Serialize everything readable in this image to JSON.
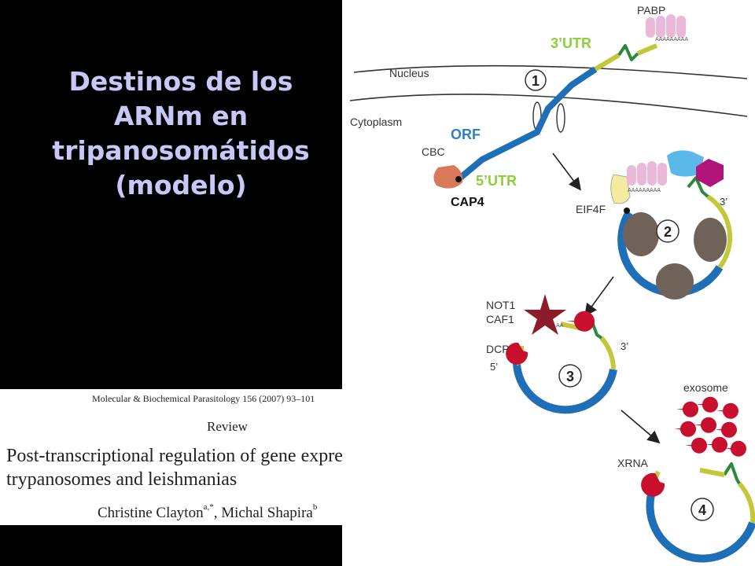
{
  "slide": {
    "title": "Destinos de los ARNm en tripanosomátidos (modelo)"
  },
  "citation": {
    "journal": "Molecular & Biochemical Parasitology 156 (2007) 93–101",
    "type": "Review",
    "title": "Post-transcriptional regulation of gene expression in trypanosomes and leishmanias",
    "authors": {
      "first": "Christine Clayton",
      "first_sup": "a,*",
      "separator": ", ",
      "second": "Michal Shapira",
      "second_sup": "b"
    }
  },
  "diagram": {
    "labels": {
      "nucleus": "Nucleus",
      "cytoplasm": "Cytoplasm",
      "pabp": "PABP",
      "cbc": "CBC",
      "eif4f": "EIF4F",
      "not1": "NOT1",
      "caf1": "CAF1",
      "dcp": "DCP",
      "xrna": "XRNA",
      "exosome": "exosome",
      "three_prime_2": "3’",
      "three_prime_3": "3’",
      "five_prime_3": "5’",
      "poly_a": "AAAAAAAAA"
    },
    "annotations": {
      "utr3": "3’UTR",
      "orf": "ORF",
      "utr5": "5’UTR",
      "cap4": "CAP4"
    },
    "steps": [
      "1",
      "2",
      "3",
      "4"
    ],
    "colors": {
      "orf": "#1f6fb8",
      "utr": "#c2c83a",
      "utr_label": "#8ccf3c",
      "orf_label": "#2f7fc2",
      "green_hairpin": "#2a8a3a",
      "pabp": "#eab8d8",
      "ribosome": "#6e6259",
      "exonuclease": "#c8102e",
      "caf1_star": "#8b1c2a",
      "cbc": "#d87a5a",
      "magenta": "#b3147a",
      "light_blue": "#5bb8e8",
      "yellow": "#f5eba0"
    }
  }
}
